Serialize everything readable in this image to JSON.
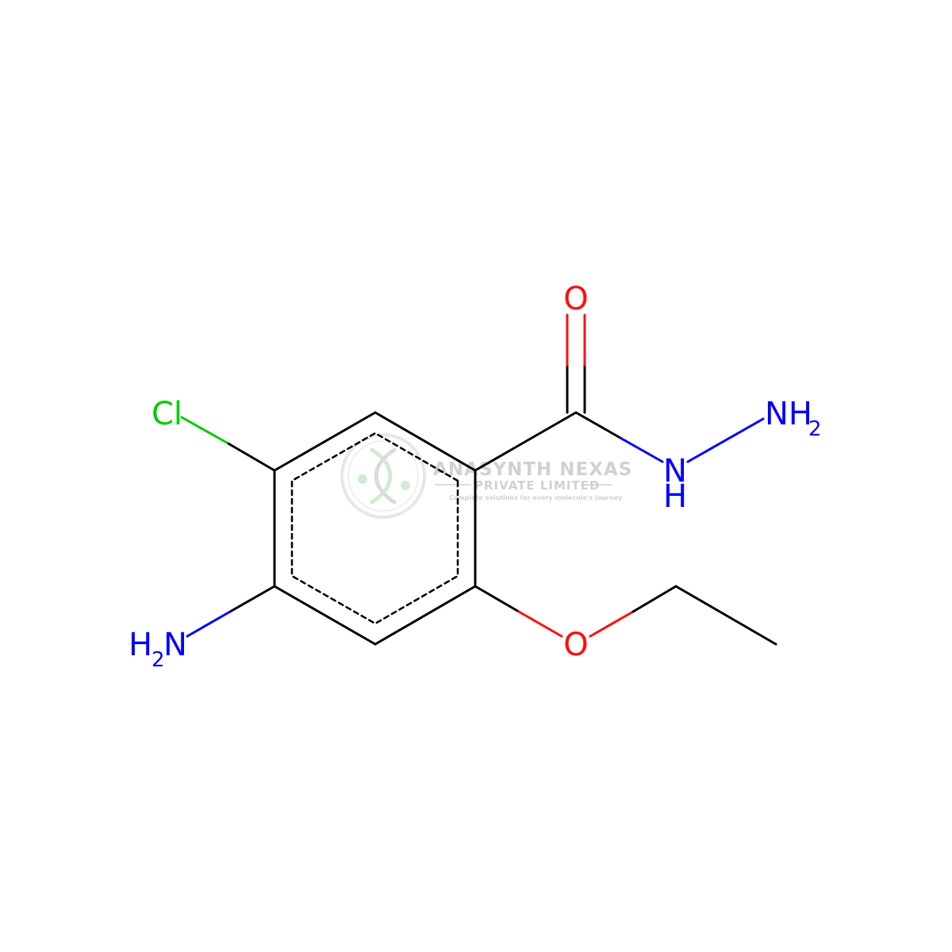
{
  "molecule": {
    "atoms": {
      "oxygen_carbonyl": "O",
      "nitrogen_amide": "N",
      "hydrogen_amide": "H",
      "nitrogen_terminal": "NH",
      "nitrogen_terminal_sub": "2",
      "chlorine": "Cl",
      "oxygen_ether": "O",
      "amine_h": "H",
      "amine_sub": "2",
      "amine_n": "N"
    },
    "colors": {
      "bond": "#000000",
      "oxygen": "#ff0d0d",
      "nitrogen": "#0000ff",
      "chlorine": "#00cc00"
    }
  },
  "watermark": {
    "company_line1": "ANASYNTH NEXAS",
    "company_line2": "PRIVATE LIMITED",
    "tagline": "Complete solutions for every molecule's journey",
    "logo_icon": "dna-helix-icon"
  }
}
